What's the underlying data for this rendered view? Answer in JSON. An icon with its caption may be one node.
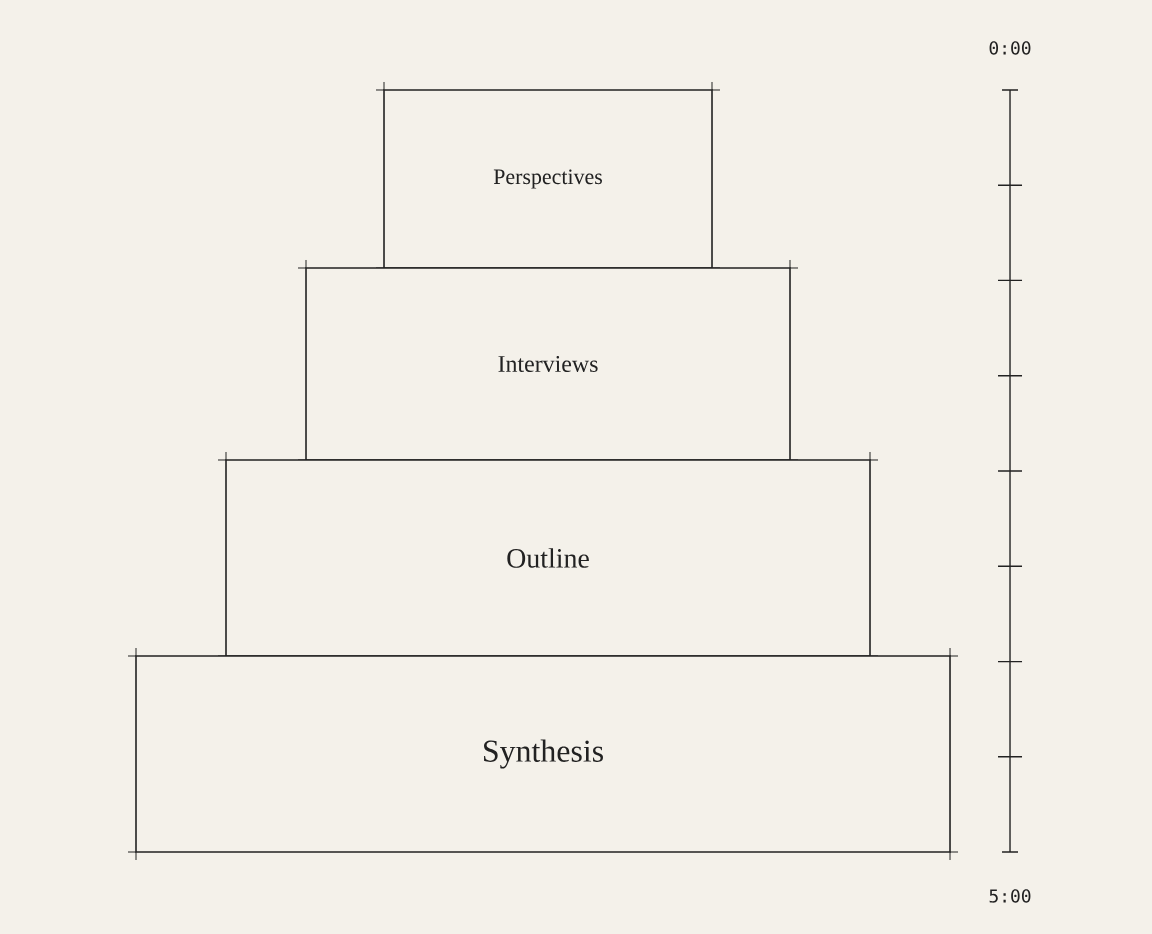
{
  "diagram": {
    "nodes": [
      {
        "text": [
          "Perspectives"
        ]
      },
      {
        "text": [
          "Interviews"
        ]
      },
      {
        "text": [
          "Outline"
        ]
      },
      {
        "text": [
          "Synthesis"
        ]
      }
    ],
    "labels": [
      "0:00",
      "5:00"
    ]
  }
}
